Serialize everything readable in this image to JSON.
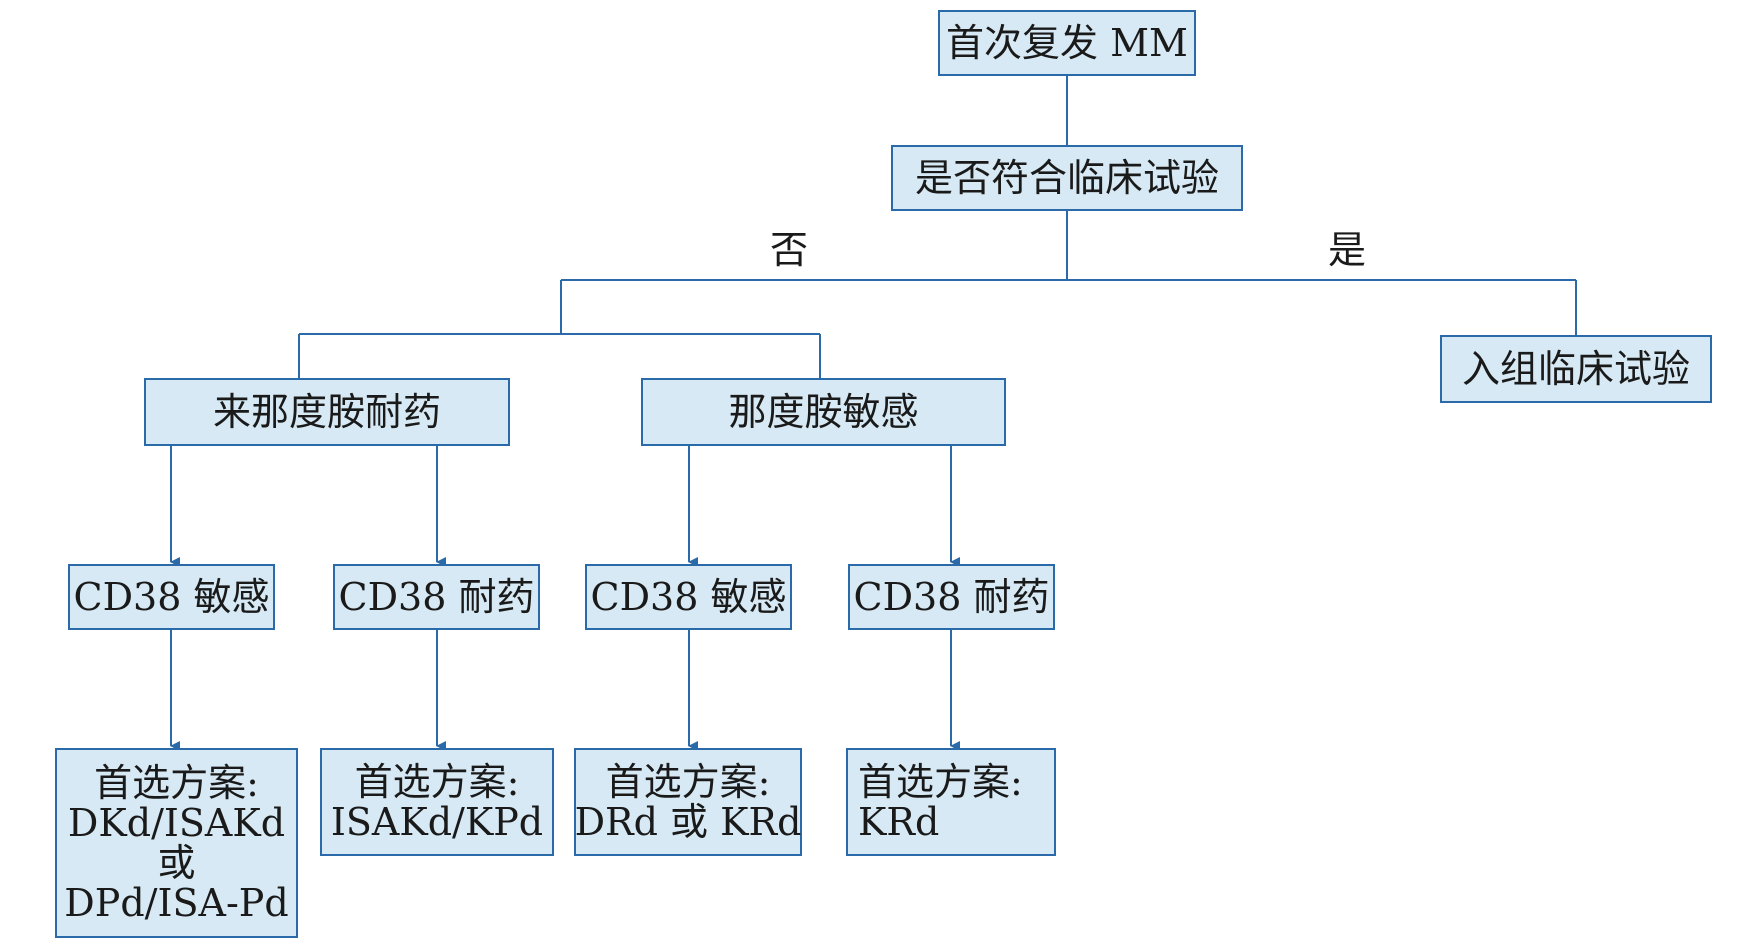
{
  "colors": {
    "box_fill": "#d6e9f4",
    "box_border": "#2a6aa8",
    "line": "#2a6aa8",
    "text": "#1a1a1a"
  },
  "nodes": {
    "root": "首次复发 MM",
    "trial_question": "是否符合临床试验",
    "enroll_trial": "入组临床试验",
    "len_refractory": "来那度胺耐药",
    "len_sensitive": "那度胺敏感",
    "cd38_sensitive_a": "CD38 敏感",
    "cd38_refractory_a": "CD38 耐药",
    "cd38_sensitive_b": "CD38 敏感",
    "cd38_refractory_b": "CD38 耐药",
    "plan_1": [
      "首选方案:",
      "DKd/ISAKd",
      "或",
      "DPd/ISA-Pd"
    ],
    "plan_2": [
      "首选方案:",
      "ISAKd/KPd"
    ],
    "plan_3": [
      "首选方案:",
      "DRd 或 KRd"
    ],
    "plan_4": [
      "首选方案:",
      "KRd"
    ]
  },
  "edge_labels": {
    "no": "否",
    "yes": "是"
  }
}
